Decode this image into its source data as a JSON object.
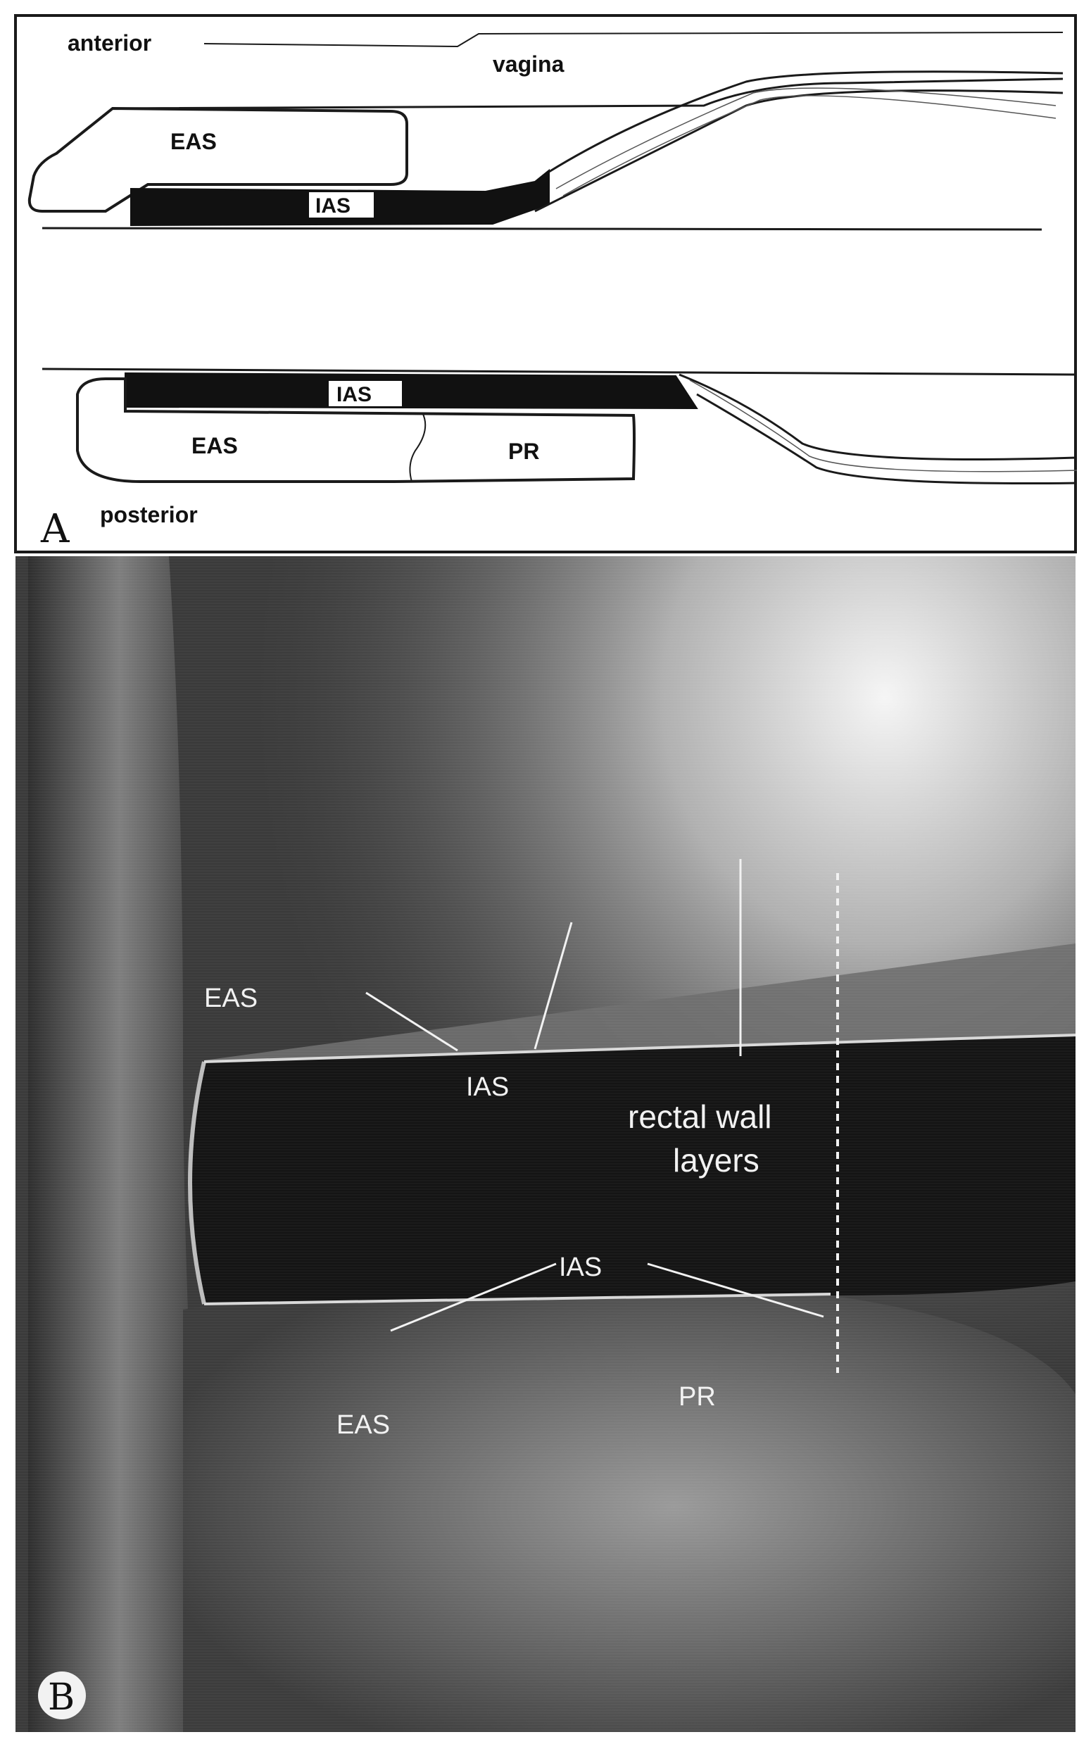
{
  "panel_a": {
    "letter": "A",
    "top_label": "anterior",
    "bottom_label": "posterior",
    "vagina": "vagina",
    "eas_upper": "EAS",
    "ias_upper": "IAS",
    "ias_lower": "IAS",
    "eas_lower": "EAS",
    "pr": "PR"
  },
  "panel_b": {
    "letter": "B",
    "eas_upper": "EAS",
    "ias_upper": "IAS",
    "rectal_wall_line1": "rectal wall",
    "rectal_wall_line2": "layers",
    "ias_lower": "IAS",
    "eas_lower": "EAS",
    "pr": "PR"
  },
  "colors": {
    "line": "#1a1a1a",
    "muscle_fill": "#111111",
    "ultrasound_bg": "#3a3a3a",
    "lumen": "#141414",
    "label_light": "#f2f2f2"
  }
}
